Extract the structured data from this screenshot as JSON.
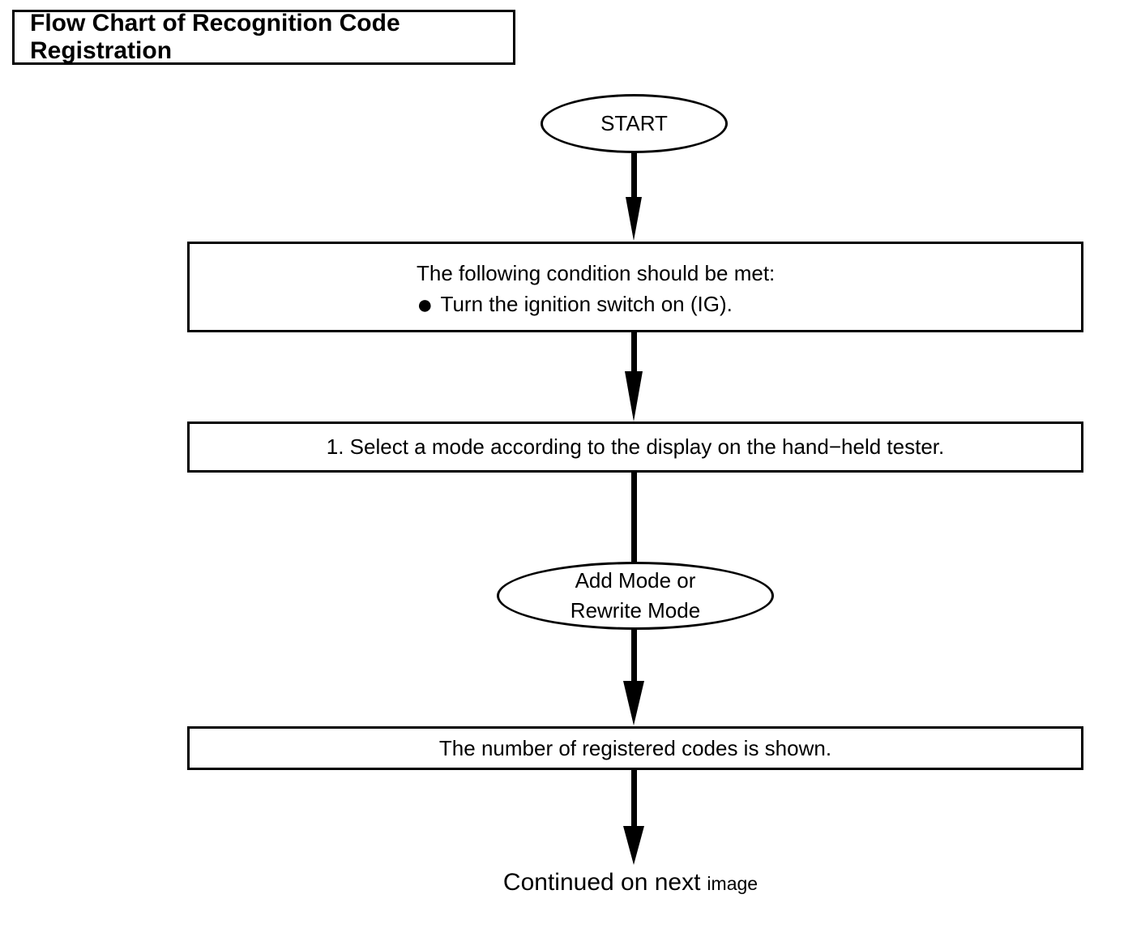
{
  "title": "Flow Chart of Recognition Code Registration",
  "nodes": {
    "start": {
      "label": "START"
    },
    "condition": {
      "line1": "The following condition should be met:",
      "bullet": "●",
      "line2": "Turn the ignition switch on (IG)."
    },
    "select_mode": {
      "text": "1. Select a mode according to the display on the hand−held tester."
    },
    "mode_ellipse": {
      "line1": "Add Mode or",
      "line2": "Rewrite Mode"
    },
    "codes_shown": {
      "text": "The number of registered codes is shown."
    },
    "continued": {
      "text": "Continued on next",
      "suffix": "image"
    }
  },
  "colors": {
    "line": "#000000",
    "background": "#ffffff"
  }
}
